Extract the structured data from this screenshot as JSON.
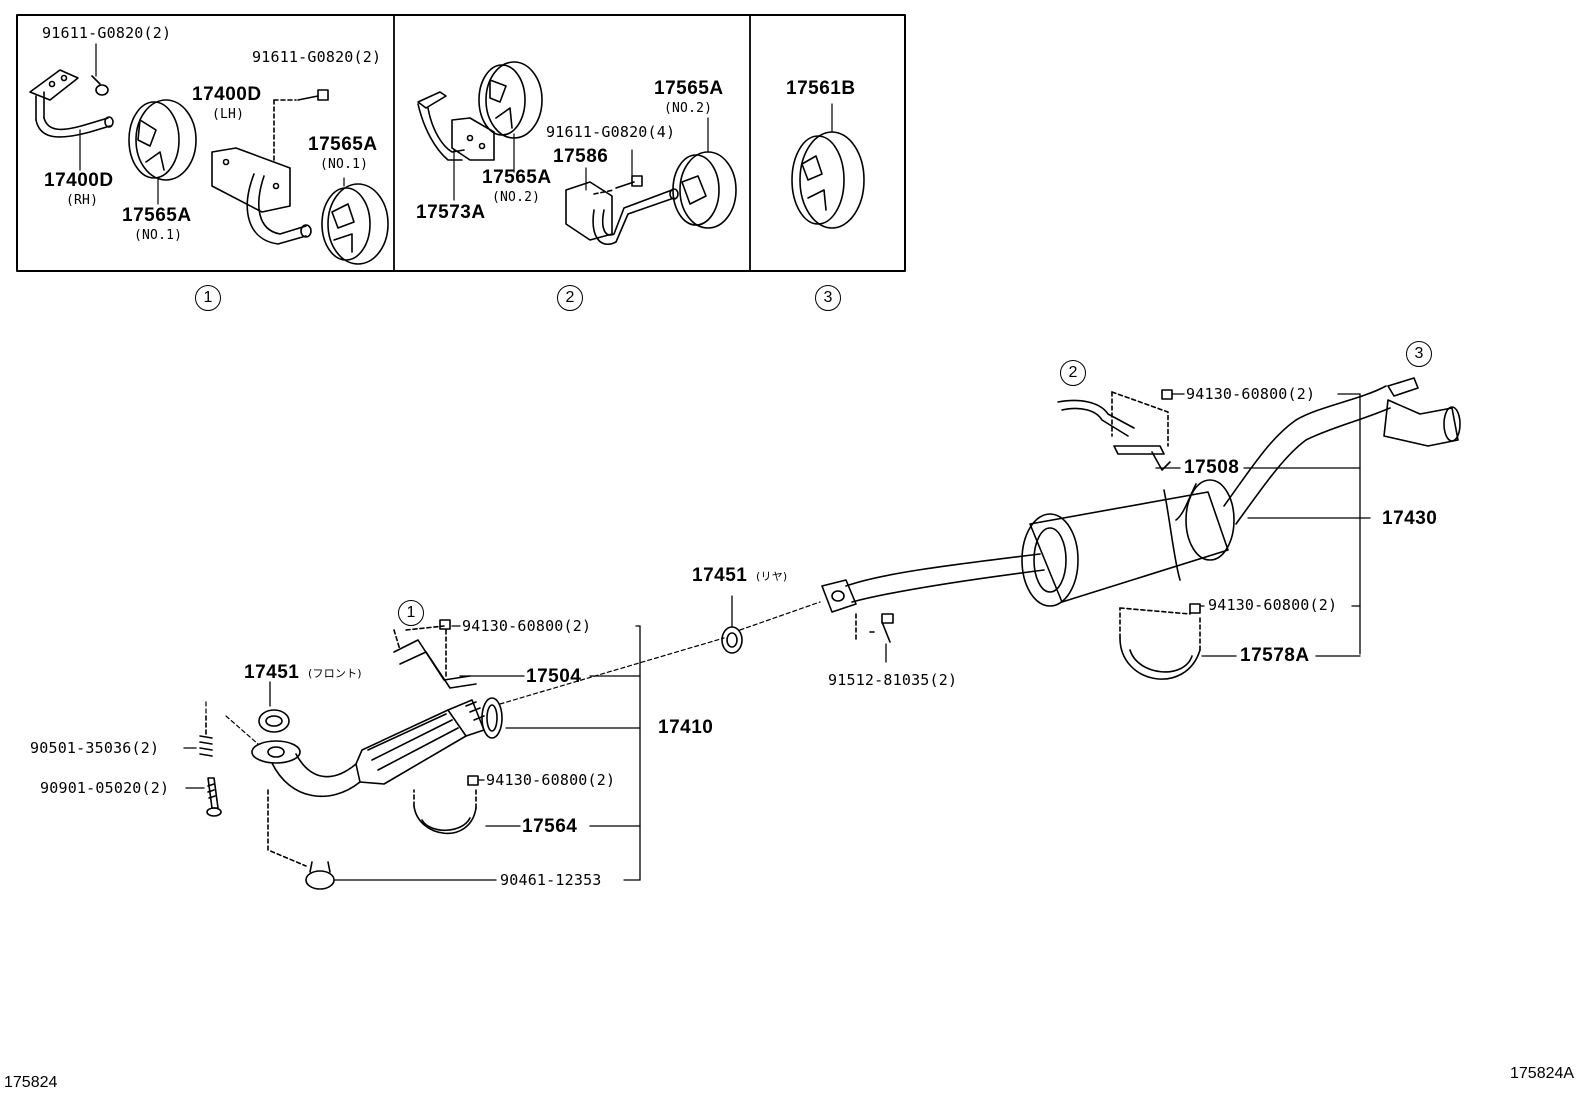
{
  "figure": {
    "id_left": "175824",
    "id_right": "175824A"
  },
  "callouts": [
    "1",
    "2",
    "3"
  ],
  "inset1": {
    "bolt_a": "91611-G0820(2)",
    "bolt_b": "91611-G0820(2)",
    "hanger_lh": "17400D",
    "hanger_lh_side": "(LH)",
    "hanger_rh": "17400D",
    "hanger_rh_side": "(RH)",
    "cushion_left": "17565A",
    "cushion_left_note": "(NO.1)",
    "cushion_right": "17565A",
    "cushion_right_note": "(NO.1)"
  },
  "inset2": {
    "cushion_top": "17565A",
    "cushion_top_note": "(NO.2)",
    "bolt": "91611-G0820(4)",
    "bracket": "17586",
    "cushion_mid": "17565A",
    "cushion_mid_note": "(NO.2)",
    "hanger": "17573A"
  },
  "inset3": {
    "cushion": "17561B"
  },
  "main": {
    "nut_top_right": "94130-60800(2)",
    "bracket_rear": "17508",
    "tail_assembly": "17430",
    "nut_rear_lower": "94130-60800(2)",
    "heat_insulator_rear": "17578A",
    "gasket_rear": "17451",
    "gasket_rear_note": "(リヤ)",
    "bolt_center": "91512-81035(2)",
    "nut_front_upper": "94130-60800(2)",
    "bracket_front": "17504",
    "gasket_front": "17451",
    "gasket_front_note": "(フロント)",
    "front_pipe": "17410",
    "spring": "90501-35036(2)",
    "stud_bolt": "90901-05020(2)",
    "nut_front_lower": "94130-60800(2)",
    "heat_insulator_front": "17564",
    "clamp": "90461-12353"
  }
}
